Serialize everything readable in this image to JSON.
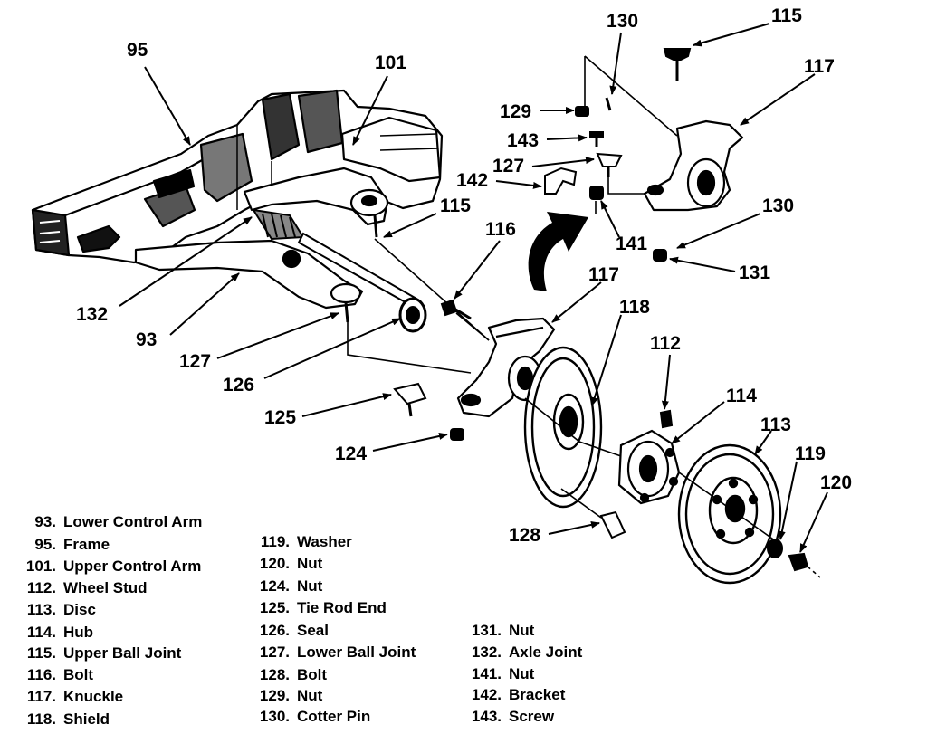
{
  "callouts": {
    "c95": "95",
    "c101": "101",
    "c115a": "115",
    "c115b": "115",
    "c117a": "117",
    "c117b": "117",
    "c130a": "130",
    "c130b": "130",
    "c129": "129",
    "c143": "143",
    "c127a": "127",
    "c127b": "127",
    "c142": "142",
    "c116": "116",
    "c141": "141",
    "c131": "131",
    "c132": "132",
    "c93": "93",
    "c126": "126",
    "c118": "118",
    "c112": "112",
    "c114": "114",
    "c113": "113",
    "c125": "125",
    "c124": "124",
    "c119": "119",
    "c120": "120",
    "c128": "128"
  },
  "legend": {
    "col1": [
      {
        "num": "93.",
        "label": "Lower Control Arm"
      },
      {
        "num": "95.",
        "label": "Frame"
      },
      {
        "num": "101.",
        "label": "Upper Control Arm"
      },
      {
        "num": "112.",
        "label": "Wheel Stud"
      },
      {
        "num": "113.",
        "label": "Disc"
      },
      {
        "num": "114.",
        "label": "Hub"
      },
      {
        "num": "115.",
        "label": "Upper Ball Joint"
      },
      {
        "num": "116.",
        "label": "Bolt"
      },
      {
        "num": "117.",
        "label": "Knuckle"
      },
      {
        "num": "118.",
        "label": "Shield"
      }
    ],
    "col2": [
      {
        "num": "119.",
        "label": "Washer"
      },
      {
        "num": "120.",
        "label": "Nut"
      },
      {
        "num": "124.",
        "label": "Nut"
      },
      {
        "num": "125.",
        "label": "Tie Rod End"
      },
      {
        "num": "126.",
        "label": "Seal"
      },
      {
        "num": "127.",
        "label": "Lower Ball Joint"
      },
      {
        "num": "128.",
        "label": "Bolt"
      },
      {
        "num": "129.",
        "label": "Nut"
      },
      {
        "num": "130.",
        "label": "Cotter Pin"
      }
    ],
    "col3": [
      {
        "num": "131.",
        "label": "Nut"
      },
      {
        "num": "132.",
        "label": "Axle Joint"
      },
      {
        "num": "141.",
        "label": "Nut"
      },
      {
        "num": "142.",
        "label": "Bracket"
      },
      {
        "num": "143.",
        "label": "Screw"
      }
    ]
  }
}
